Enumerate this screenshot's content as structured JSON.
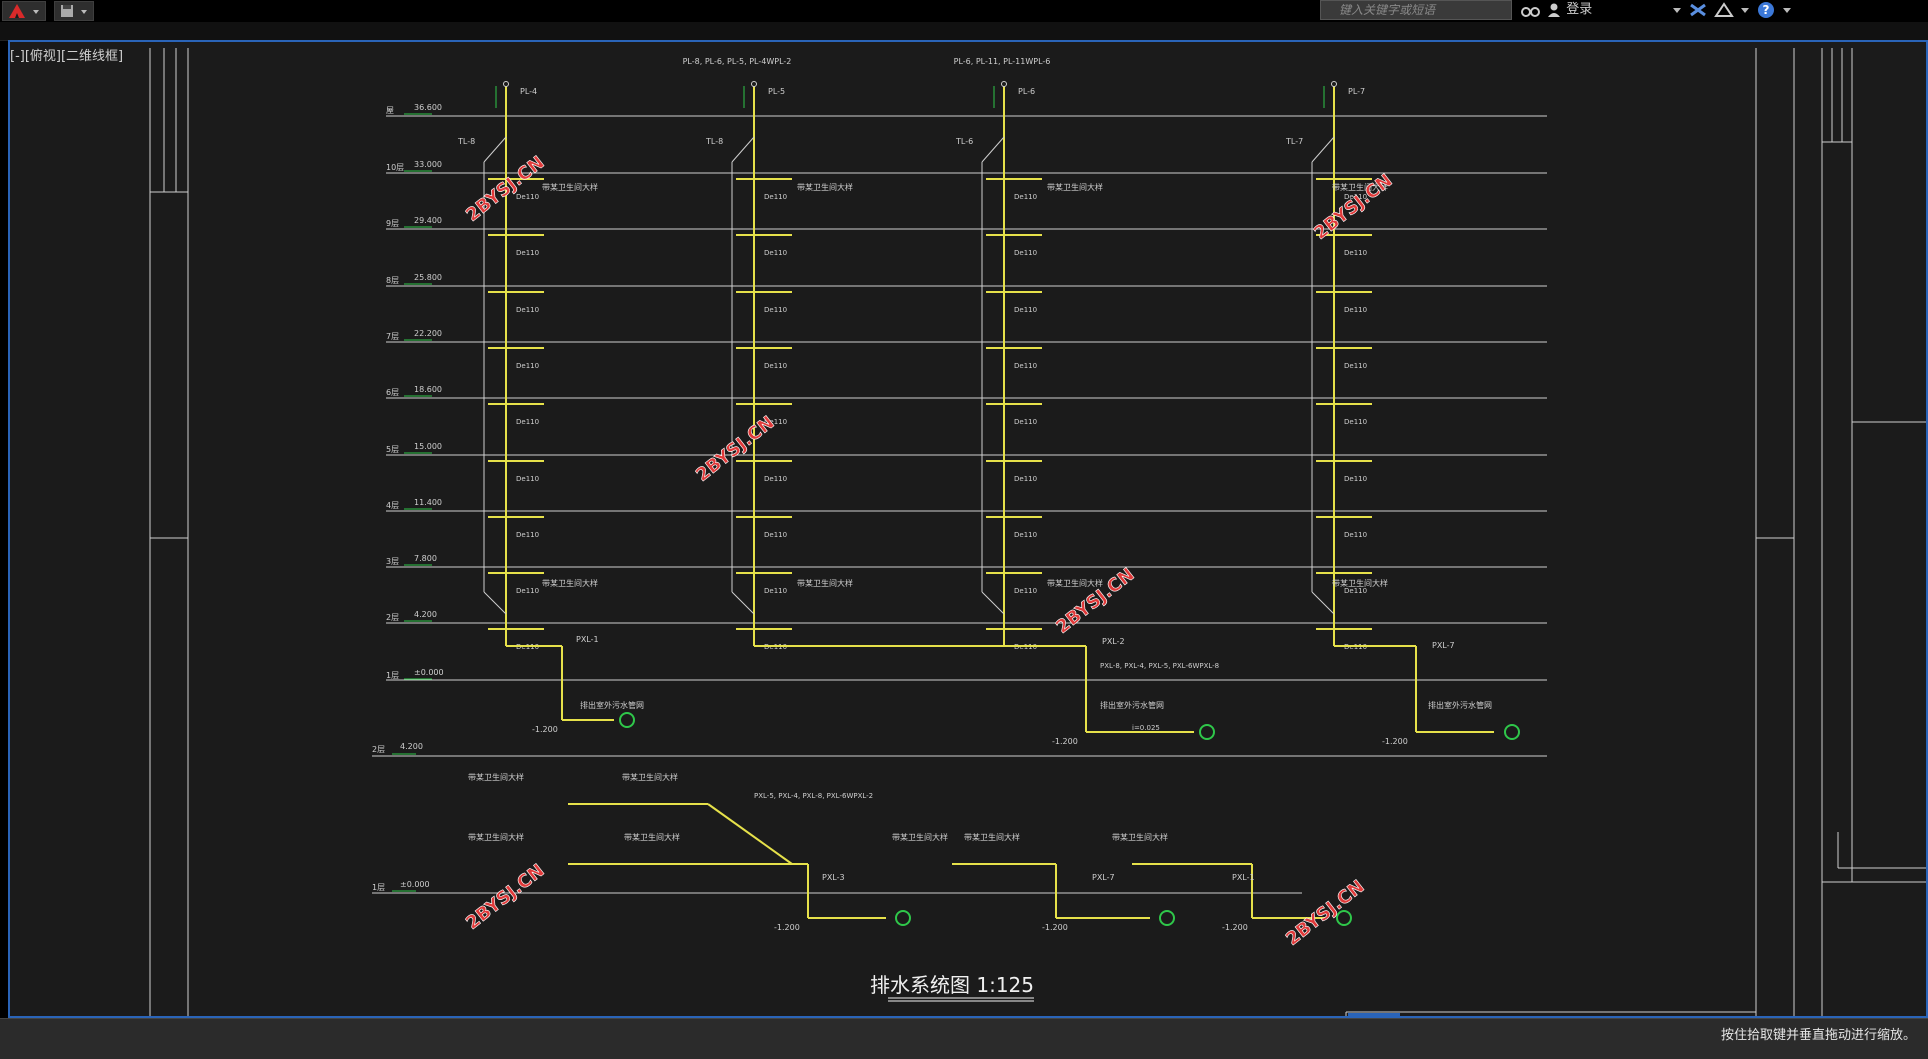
{
  "titlebar": {
    "search_placeholder": "键入关键字或短语",
    "login_label": "登录"
  },
  "viewport": {
    "label": "[-][俯视][二维线框]"
  },
  "drawing": {
    "title": "排水系统图 1:125",
    "watermark": "2BYSJ.CN",
    "top_notes": [
      "PL-8, PL-6, PL-5, PL-4WPL-2",
      "PL-6, PL-11, PL-11WPL-6"
    ],
    "stack_labels": [
      "PL-4",
      "PL-5",
      "PL-6",
      "PL-7"
    ],
    "vent_labels": [
      "TL-8",
      "TL-8",
      "TL-6",
      "TL-7"
    ],
    "floors": [
      {
        "name": "屋",
        "elev": "36.600"
      },
      {
        "name": "10层",
        "elev": "33.000"
      },
      {
        "name": "9层",
        "elev": "29.400"
      },
      {
        "name": "8层",
        "elev": "25.800"
      },
      {
        "name": "7层",
        "elev": "22.200"
      },
      {
        "name": "6层",
        "elev": "18.600"
      },
      {
        "name": "5层",
        "elev": "15.000"
      },
      {
        "name": "4层",
        "elev": "11.400"
      },
      {
        "name": "3层",
        "elev": "7.800"
      },
      {
        "name": "2层",
        "elev": "4.200"
      },
      {
        "name": "1层",
        "elev": "±0.000"
      }
    ],
    "pipe_labels": [
      "De110",
      "De110",
      "De110"
    ],
    "fixture_label": "带某卫生间大样",
    "branch_labels": [
      "PXL-1",
      "PXL-2",
      "PXL-7"
    ],
    "branch_note": "PXL-8, PXL-4, PXL-5, PXL-6WPXL-8",
    "outlet_labels": [
      "排出室外污水管网",
      "排出室外污水管网",
      "排出室外污水管网"
    ],
    "depth": "-1.200",
    "slope": "i=0.025",
    "basement": {
      "name": "2层",
      "elev": "4.200"
    },
    "lower_floor": {
      "name": "1层",
      "elev": "±0.000"
    },
    "lower_note": "PXL-5, PXL-4, PXL-8, PXL-6WPXL-2",
    "lower_branch_labels": [
      "PXL-3",
      "PXL-7",
      "PXL-1"
    ]
  },
  "status": {
    "text": "按住拾取键并垂直拖动进行缩放。"
  },
  "colors": {
    "pipe": "#e6e14a",
    "line": "#cfcfcf",
    "green": "#2fc74a",
    "watermark": "#e03a3a",
    "accent": "#2a64b8"
  }
}
